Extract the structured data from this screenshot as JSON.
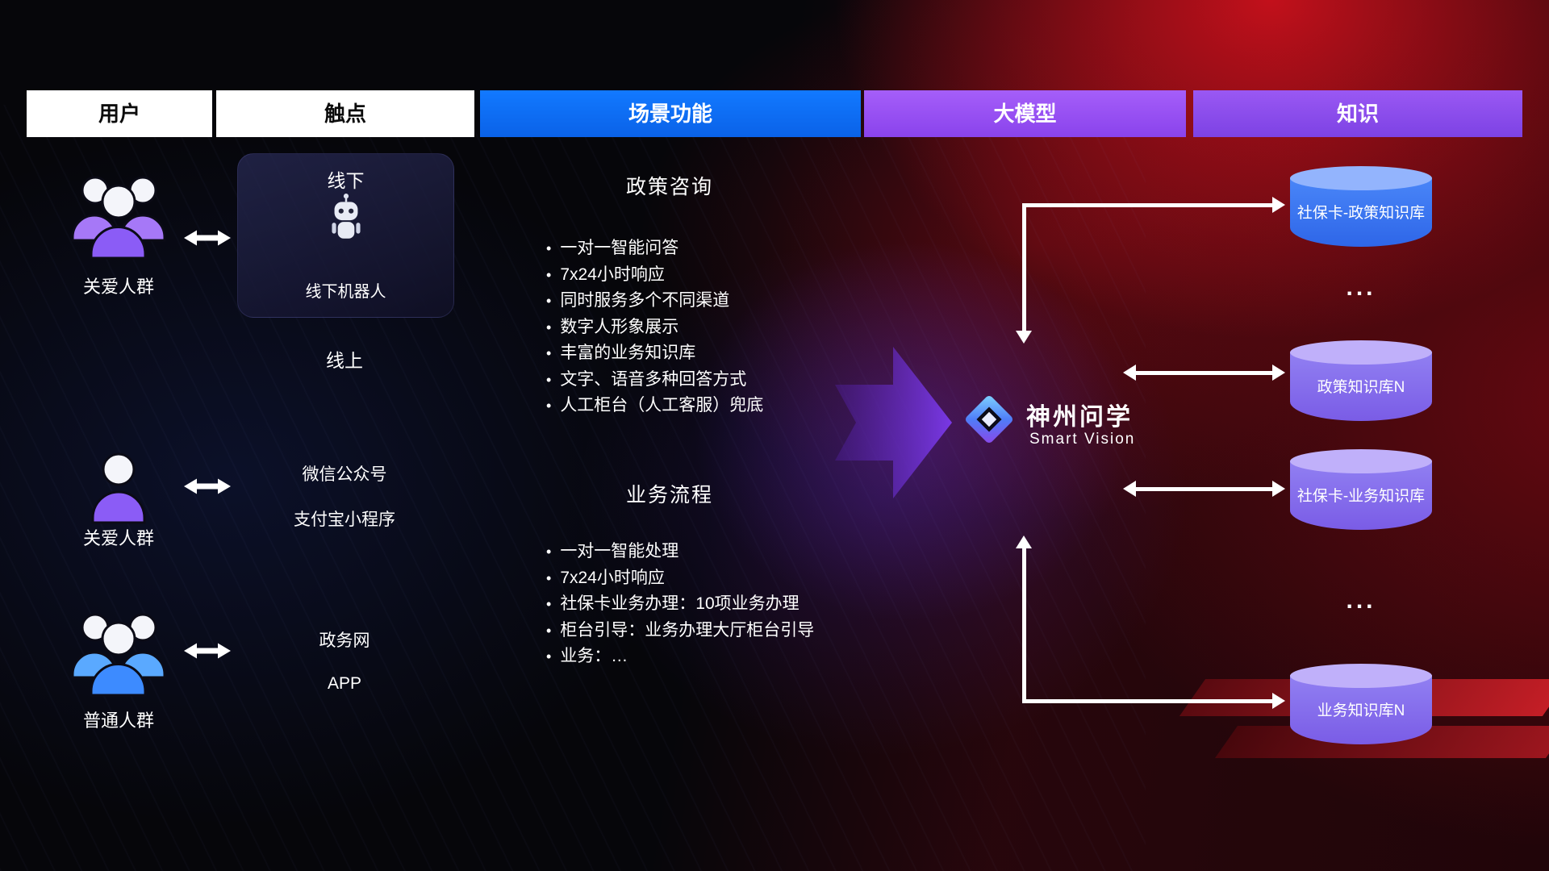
{
  "header": {
    "columns": [
      {
        "label": "用户"
      },
      {
        "label": "触点"
      },
      {
        "label": "场景功能"
      },
      {
        "label": "大模型"
      },
      {
        "label": "知识"
      }
    ]
  },
  "users": [
    {
      "label": "关爱人群",
      "icon": "group-people-purple-icon"
    },
    {
      "label": "关爱人群",
      "icon": "single-person-purple-icon"
    },
    {
      "label": "普通人群",
      "icon": "group-people-blue-icon"
    }
  ],
  "touchpoints": {
    "offline": {
      "title": "线下",
      "device": "线下机器人"
    },
    "online_title": "线上",
    "channels": [
      "微信公众号",
      "支付宝小程序",
      "政务网",
      "APP"
    ]
  },
  "scenarios": [
    {
      "title": "政策咨询",
      "items": [
        "一对一智能问答",
        "7x24小时响应",
        "同时服务多个不同渠道",
        "数字人形象展示",
        "丰富的业务知识库",
        "文字、语音多种回答方式",
        "人工柜台（人工客服）兜底"
      ]
    },
    {
      "title": "业务流程",
      "items": [
        "一对一智能处理",
        "7x24小时响应",
        "社保卡业务办理：10项业务办理",
        "柜台引导：业务办理大厅柜台引导",
        "业务：…"
      ]
    }
  ],
  "model": {
    "name": "神州问学",
    "subtitle": "Smart Vision"
  },
  "knowledge": {
    "databases": [
      {
        "label": "社保卡-政策知识库",
        "color": "blue"
      },
      {
        "label": "政策知识库N",
        "color": "purple"
      },
      {
        "label": "社保卡-业务知识库",
        "color": "purple"
      },
      {
        "label": "业务知识库N",
        "color": "purple"
      }
    ],
    "ellipsis": "..."
  },
  "colors": {
    "scene_blue": "#0d6ef2",
    "model_purple": "#9a52f5",
    "knowledge_purple": "#8a4df0",
    "cylinder_blue": "#3d7bf6",
    "cylinder_purple": "#8b76f0",
    "accent_red": "#c8141e",
    "flow_arrow_purple": "#7c3aed",
    "connector_white": "#ffffff"
  }
}
